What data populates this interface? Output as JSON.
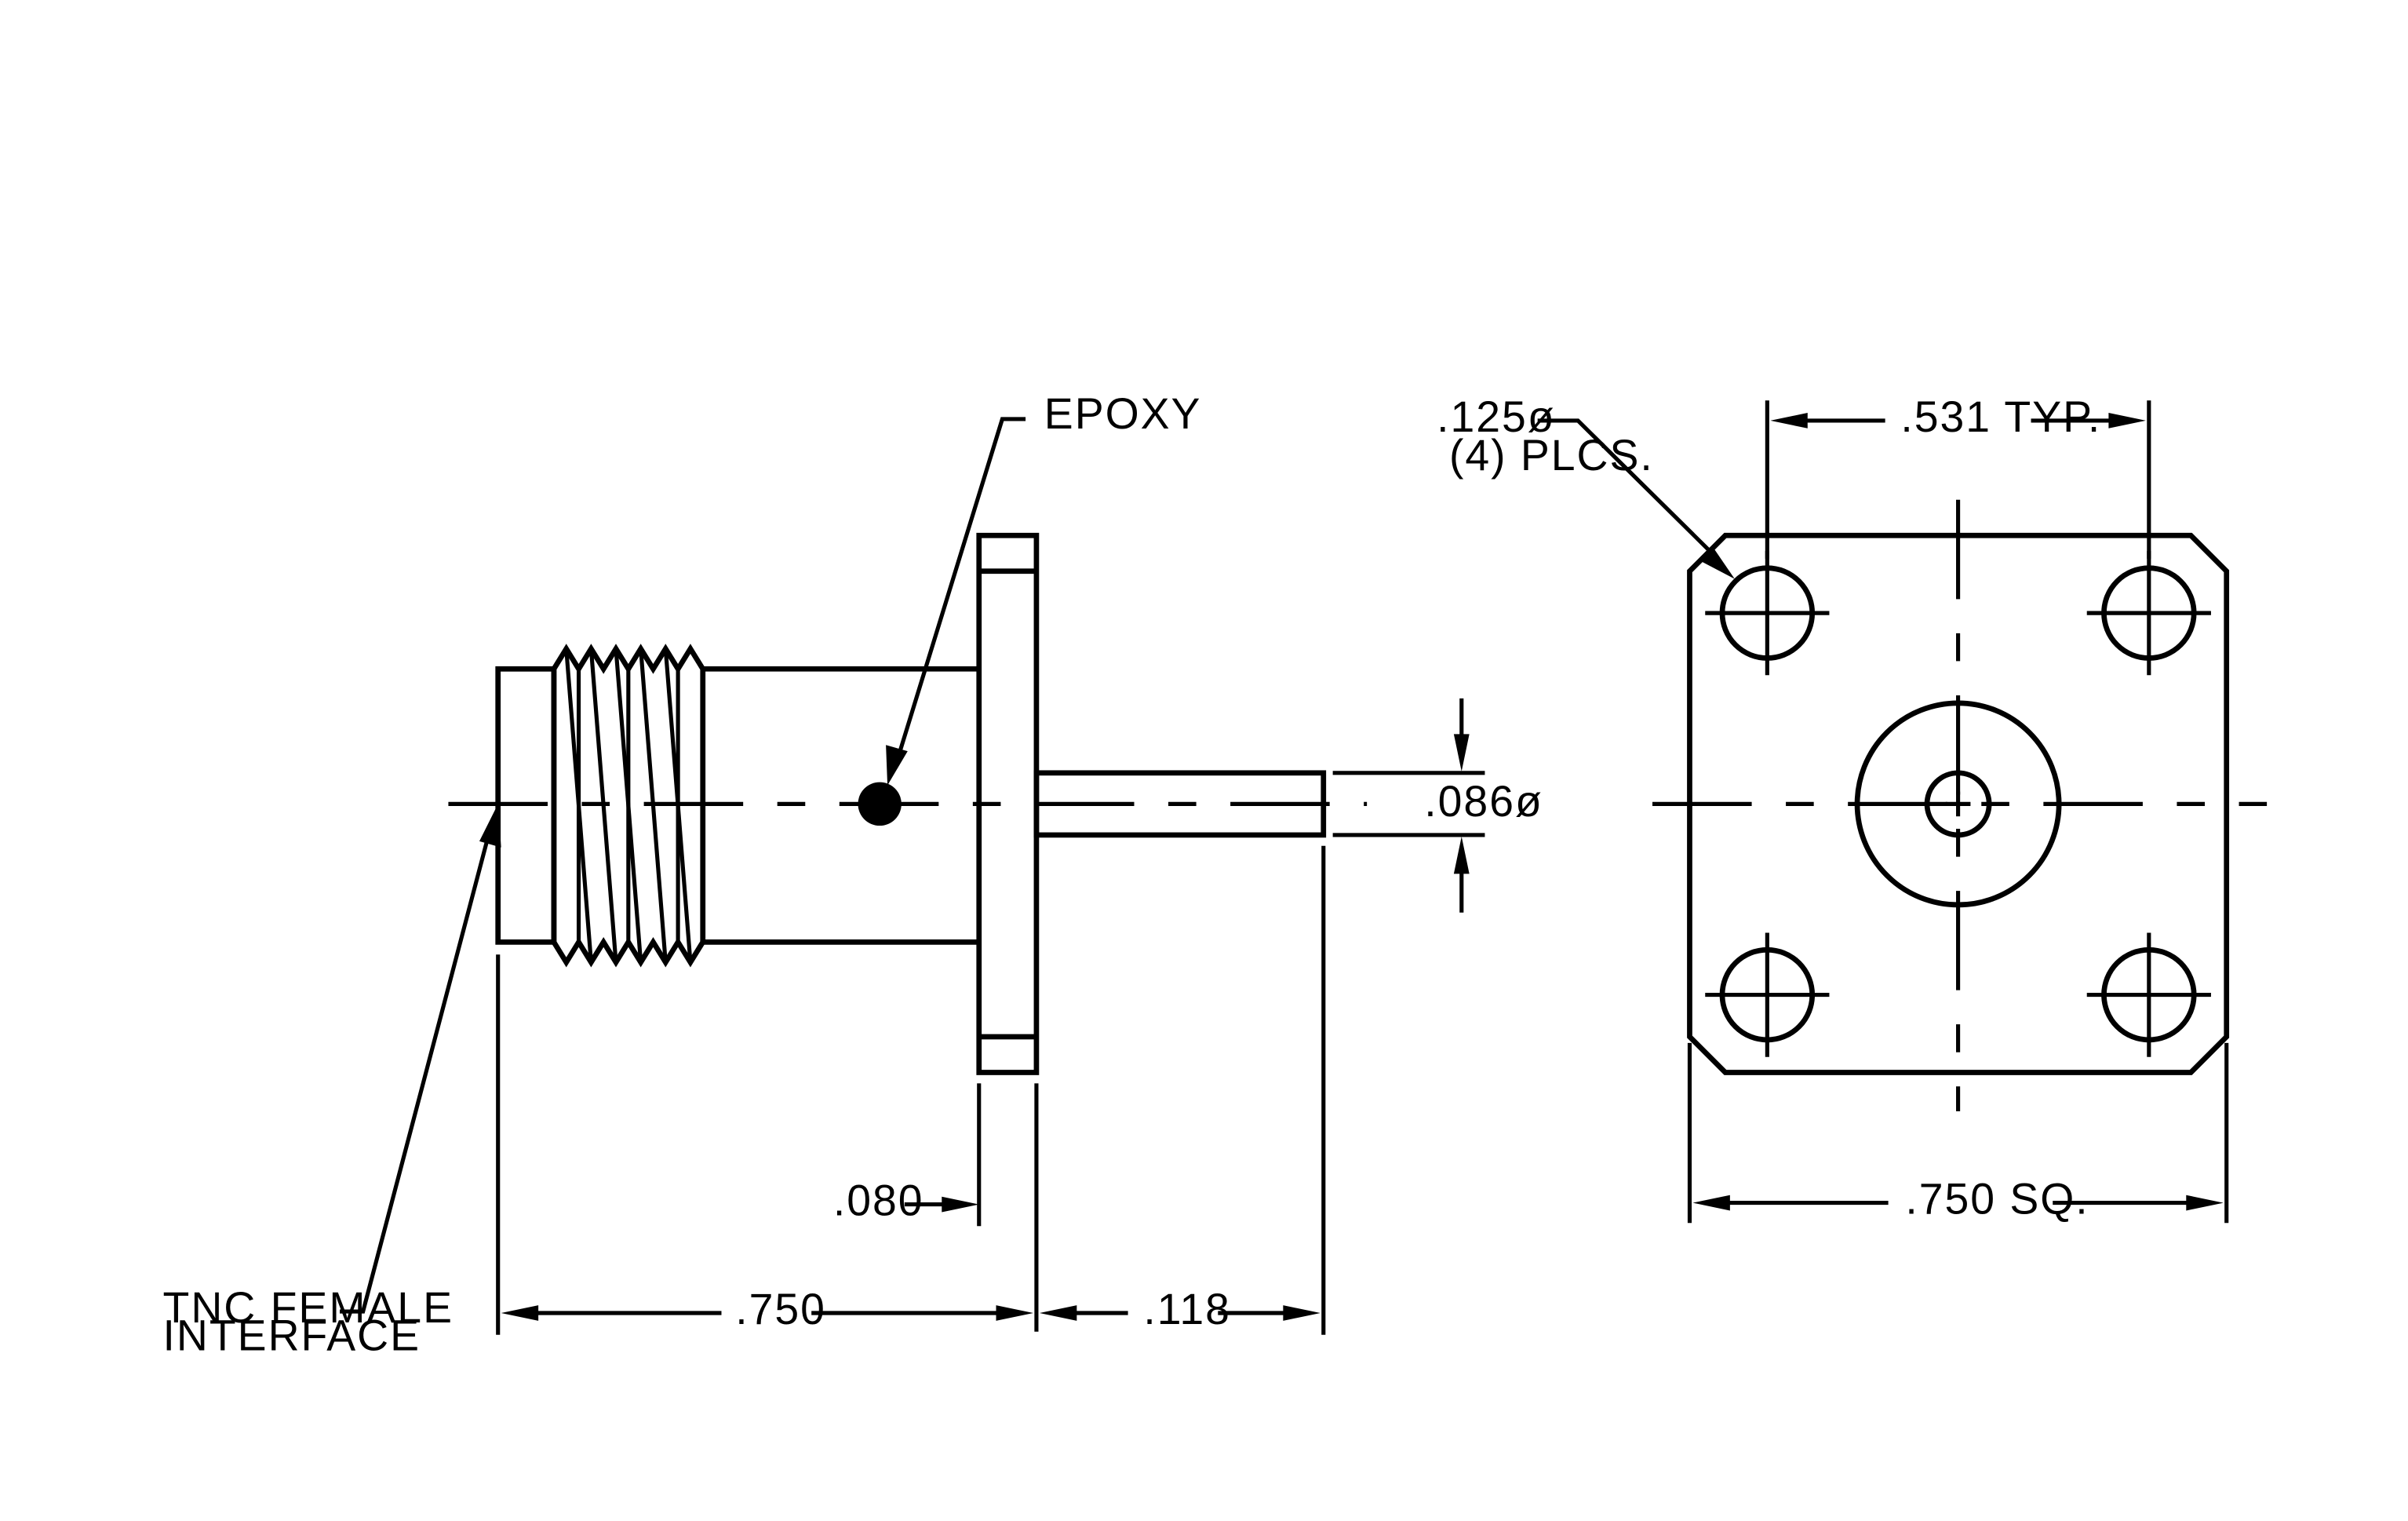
{
  "colors": {
    "line": "#000000",
    "background": "#ffffff"
  },
  "callouts": {
    "epoxy": "EPOXY",
    "hole_dia": ".125ø",
    "hole_count": "(4)  PLCS.",
    "interface_line1": "TNC  FEMALE",
    "interface_line2": "INTERFACE"
  },
  "dimensions": {
    "flange_thickness": ".080",
    "body_length": ".750",
    "pin_length": ".118",
    "pin_dia": ".086ø",
    "hole_spacing": ".531  TYP.",
    "flange_size": ".750   SQ."
  }
}
